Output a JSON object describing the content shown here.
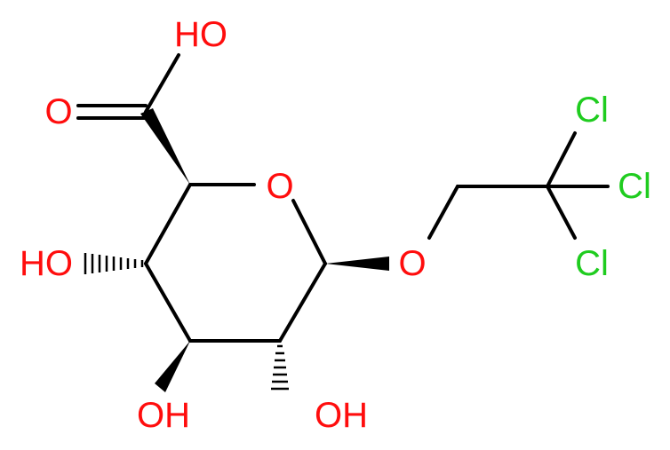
{
  "molecule": {
    "colors": {
      "bond": "#000000",
      "oxygen": "#ff0d0d",
      "chlorine": "#1fcc1f"
    },
    "labels": {
      "carboxyl_oh": "HO",
      "carbonyl_o": "O",
      "ring_o": "O",
      "glycosidic_o": "O",
      "oh_c4": "HO",
      "oh_c3": "OH",
      "oh_c2": "OH",
      "cl_top": "Cl",
      "cl_mid": "Cl",
      "cl_bottom": "Cl"
    }
  }
}
